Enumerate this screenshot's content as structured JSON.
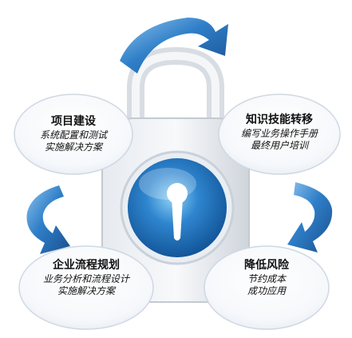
{
  "colors": {
    "arrow_blue": "#2f6fb3",
    "lock_grey": "#c9cfd6",
    "bubble_border": "#cfd8e3",
    "keyhole_blue": "#1f6fb8"
  },
  "icons": [
    "lock-icon",
    "keyhole-icon",
    "cycle-arrow-icon"
  ],
  "top_left": {
    "title": "项目建设",
    "lines": [
      "系统配置和测试",
      "实施解决方案"
    ]
  },
  "top_right": {
    "title": "知识技能转移",
    "lines": [
      "编写业务操作手册",
      "最终用户培训"
    ]
  },
  "bottom_left": {
    "title": "企业流程规划",
    "lines": [
      "业务分析和流程设计",
      "实施解决方案"
    ]
  },
  "bottom_right": {
    "title": "降低风险",
    "lines": [
      "节约成本",
      "成功应用"
    ]
  }
}
